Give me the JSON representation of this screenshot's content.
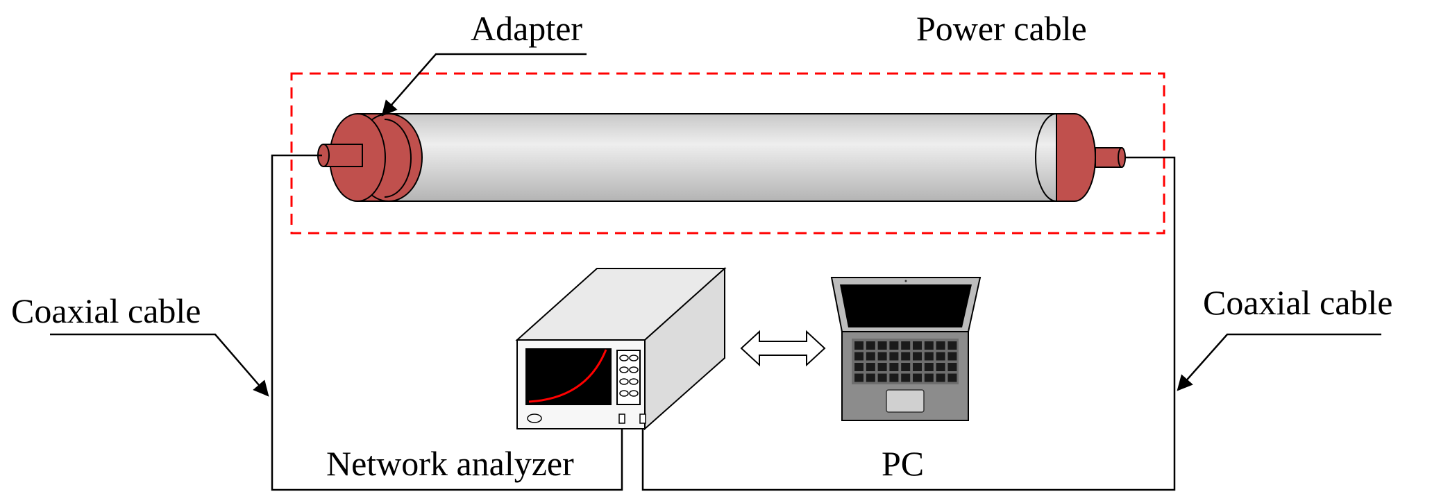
{
  "labels": {
    "adapter": "Adapter",
    "power_cable": "Power cable",
    "coaxial_cable_left": "Coaxial cable",
    "coaxial_cable_right": "Coaxial cable",
    "network_analyzer": "Network analyzer",
    "pc": "PC"
  },
  "colors": {
    "adapter_fill": "#c0504d",
    "cable_body": "#d0d0d0",
    "highlight_box": "#ff0000",
    "screen_trace": "#ff0000",
    "line": "#000000"
  },
  "icons": {
    "instrument": "network-analyzer-icon",
    "computer": "laptop-icon",
    "link": "double-arrow-icon"
  }
}
